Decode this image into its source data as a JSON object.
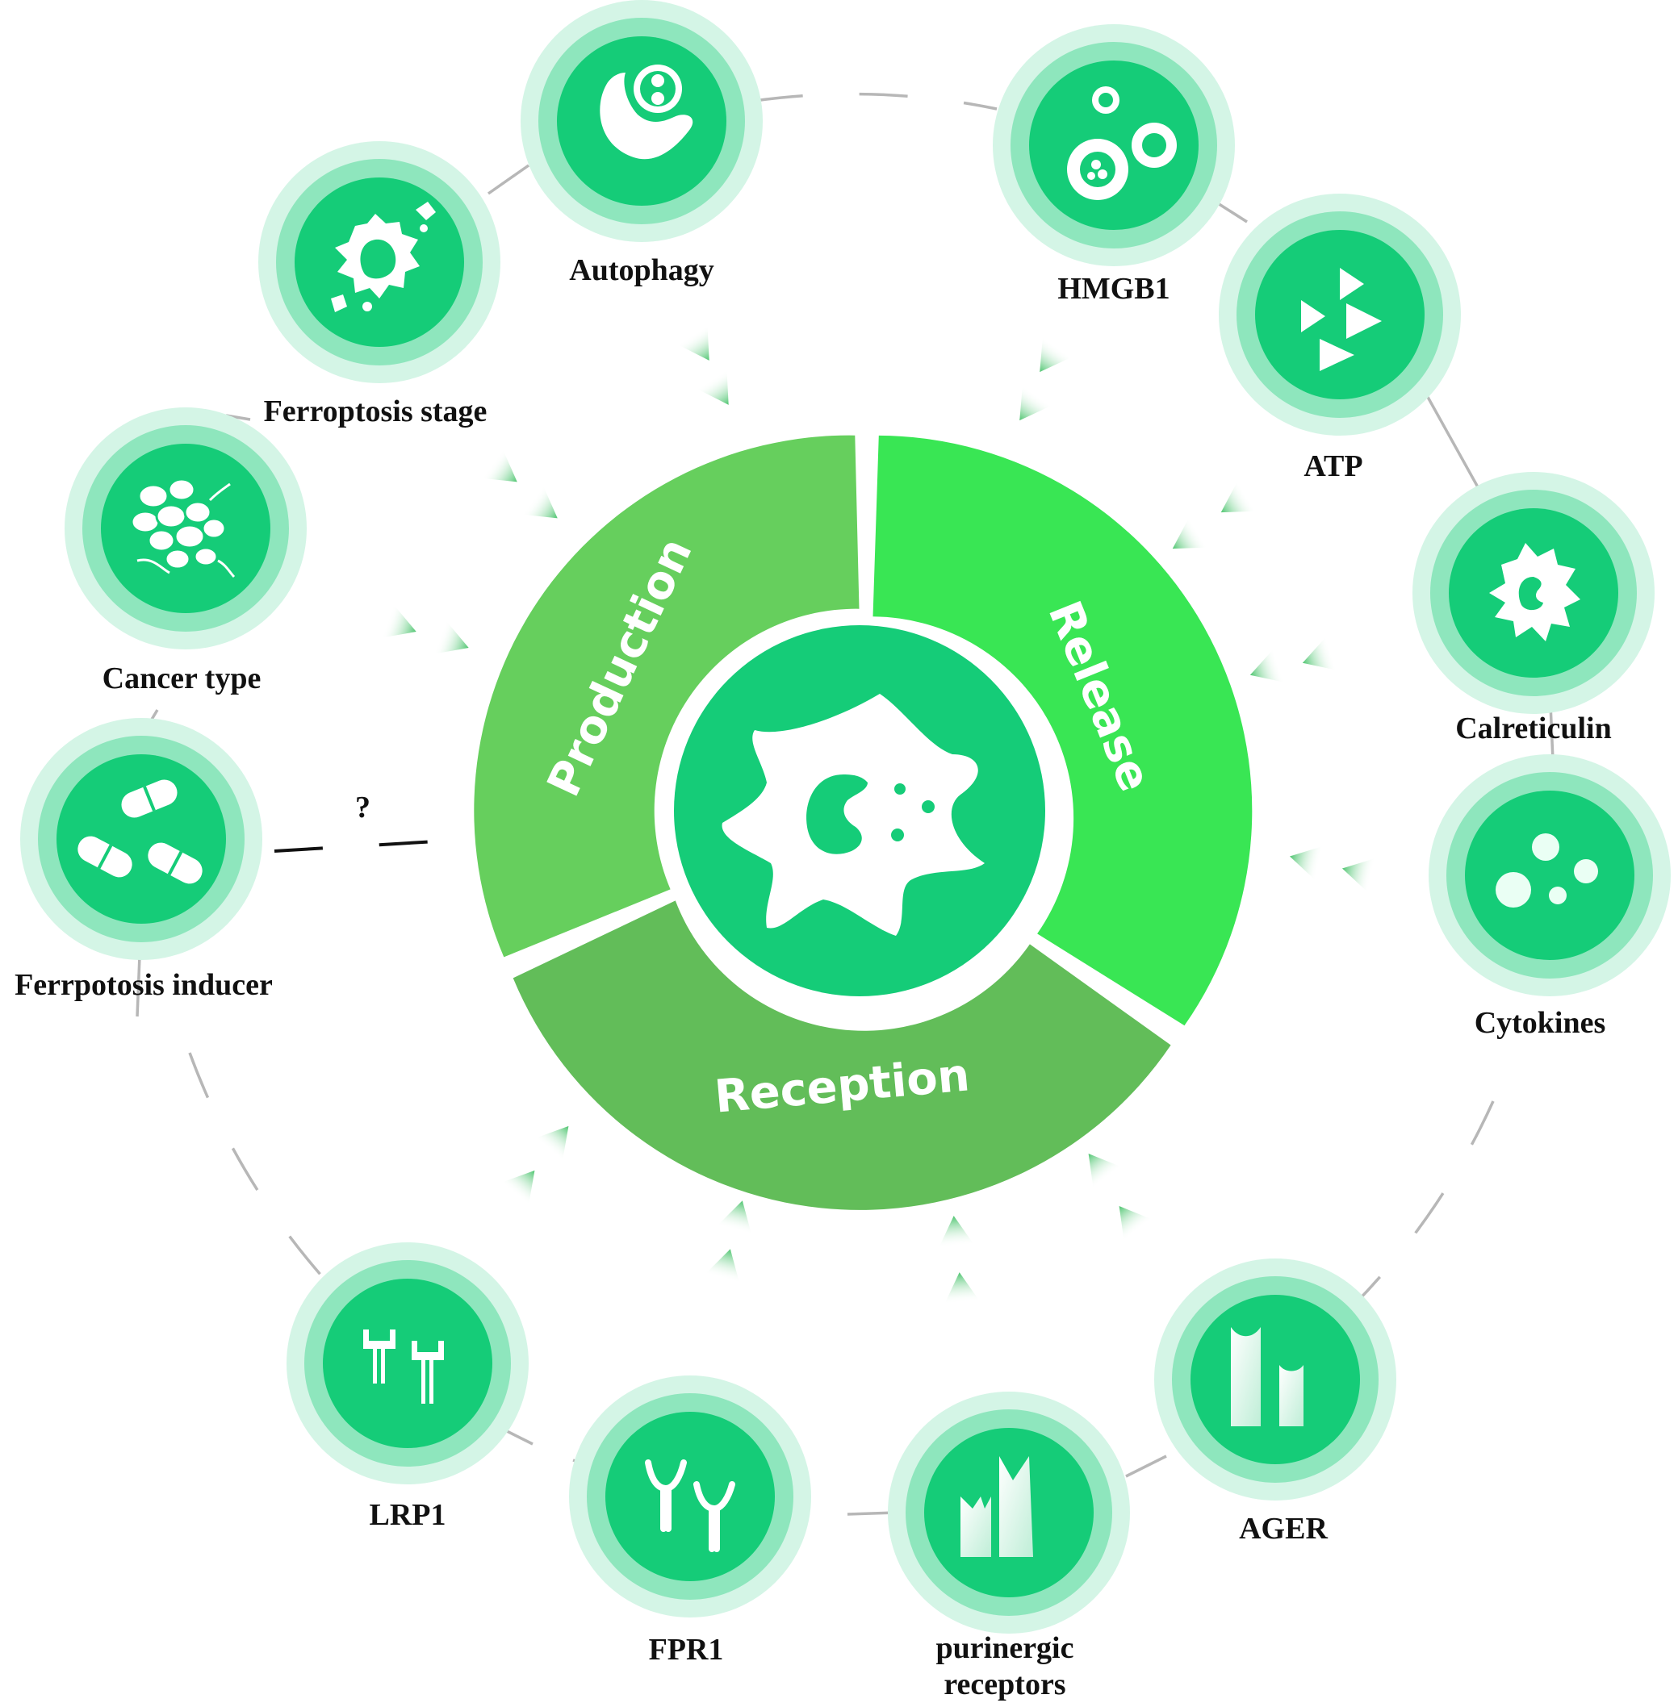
{
  "center": {
    "segments": [
      {
        "name": "production",
        "label": "Production"
      },
      {
        "name": "release",
        "label": "Release"
      },
      {
        "name": "reception",
        "label": "Reception"
      }
    ]
  },
  "nodes": [
    {
      "name": "autophagy",
      "label": "Autophagy",
      "icon": "autophagy-cell-icon"
    },
    {
      "name": "hmgb1",
      "label": "HMGB1",
      "icon": "hmgb1-molecules-icon"
    },
    {
      "name": "atp",
      "label": "ATP",
      "icon": "atp-triangles-icon"
    },
    {
      "name": "calreticulin",
      "label": "Calreticulin",
      "icon": "calreticulin-cell-icon"
    },
    {
      "name": "cytokines",
      "label": "Cytokines",
      "icon": "cytokine-bubbles-icon"
    },
    {
      "name": "ager",
      "label": "AGER",
      "icon": "ager-receptor-icon"
    },
    {
      "name": "purinergic",
      "label_line1": "purinergic",
      "label_line2": "receptors",
      "icon": "purinergic-receptor-icon"
    },
    {
      "name": "fpr1",
      "label": "FPR1",
      "icon": "fpr1-receptor-icon"
    },
    {
      "name": "lrp1",
      "label": "LRP1",
      "icon": "lrp1-receptor-icon"
    },
    {
      "name": "ferroptosis-inducer",
      "label": "Ferrpotosis inducer",
      "icon": "pill-capsules-icon"
    },
    {
      "name": "cancer-type",
      "label": "Cancer type",
      "icon": "cancer-cells-icon"
    },
    {
      "name": "ferroptosis-stage",
      "label": "Ferroptosis stage",
      "icon": "ferroptotic-cell-icon"
    }
  ],
  "question_mark": "?",
  "colors": {
    "production": "#66cf5d",
    "release": "#39e654",
    "reception": "#62bd59",
    "node_fill": "#15cc78",
    "node_ring_mid": "#8ee6bd",
    "node_ring_outer": "#d4f5e6",
    "arrow": "#5cc97a"
  }
}
